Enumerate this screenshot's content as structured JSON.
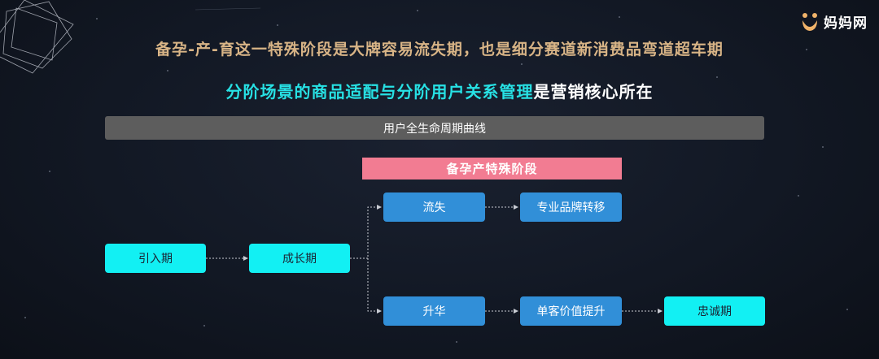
{
  "brand": {
    "logo_text": "妈妈网"
  },
  "headline": "备孕-产-育这一特殊阶段是大牌容易流失期，也是细分赛道新消费品弯道超车期",
  "subheadline": {
    "highlight": "分阶场景的商品适配与分阶用户关系管理",
    "rest": "是营销核心所在"
  },
  "lifecycle_bar": "用户全生命周期曲线",
  "stage_label": "备孕产特殊阶段",
  "nodes": {
    "intro": "引入期",
    "growth": "成长期",
    "churn": "流失",
    "brand_switch": "专业品牌转移",
    "upgrade": "升华",
    "basket_boost": "单客价值提升",
    "loyalty": "忠诚期"
  },
  "colors": {
    "headline": "#d8b486",
    "highlight": "#27e1e4",
    "cyan_node": "#12f0f3",
    "blue_node": "#318fd8",
    "stage_bar": "#f27c92",
    "lifecycle_bar": "#5d5d5d"
  }
}
